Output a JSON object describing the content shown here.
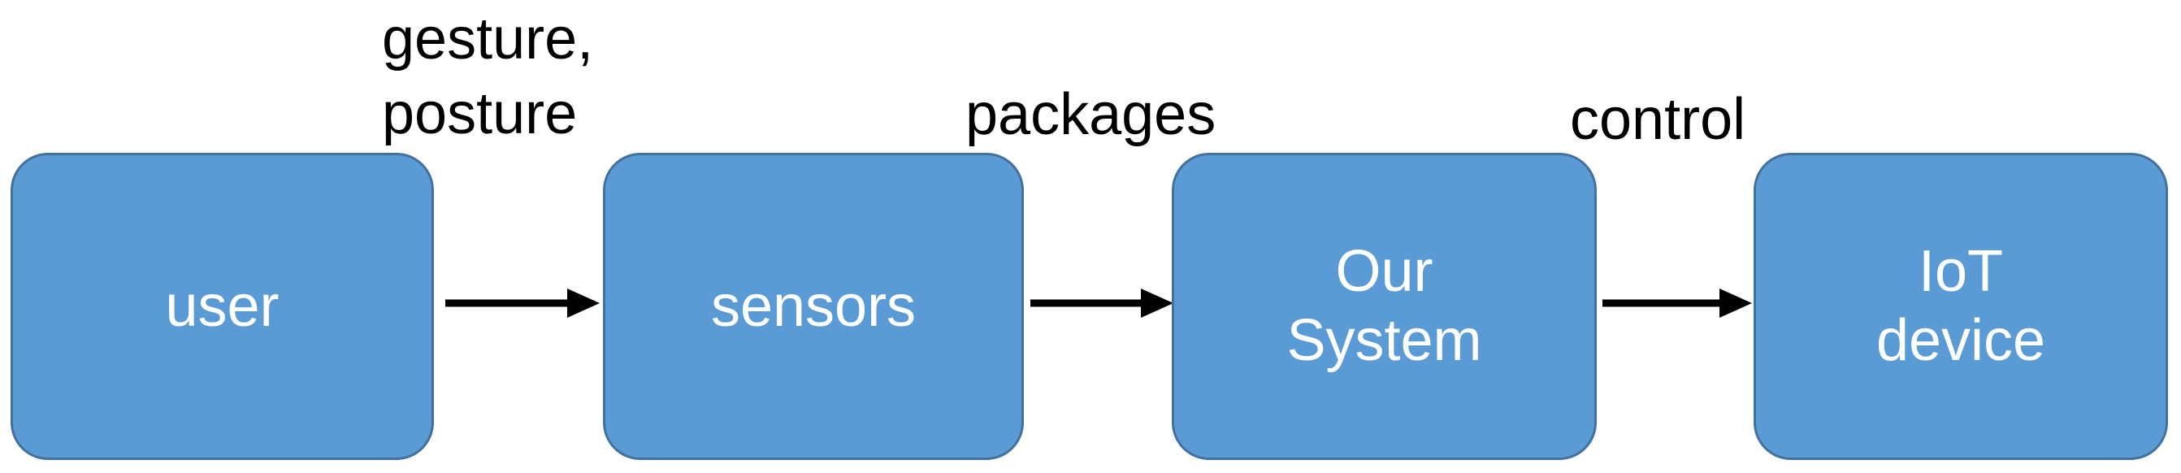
{
  "diagram": {
    "title": "",
    "background_color": "#FFFFFF",
    "node_fill_color": "#5B9BD5",
    "node_border_color": "#41719C",
    "node_text_color": "#FFFFFF",
    "edge_color": "#000000",
    "edge_label_color": "#000000",
    "nodes": [
      {
        "id": "user",
        "label": "user"
      },
      {
        "id": "sensors",
        "label": "sensors"
      },
      {
        "id": "our-system",
        "label": "Our\nSystem"
      },
      {
        "id": "iot-device",
        "label": "IoT\ndevice"
      }
    ],
    "edges": [
      {
        "id": "user-to-sensors",
        "from": "user",
        "to": "sensors",
        "label": "gesture,\nposture"
      },
      {
        "id": "sensors-to-our-system",
        "from": "sensors",
        "to": "our-system",
        "label": "packages"
      },
      {
        "id": "our-system-to-iot-device",
        "from": "our-system",
        "to": "iot-device",
        "label": "control"
      }
    ]
  }
}
